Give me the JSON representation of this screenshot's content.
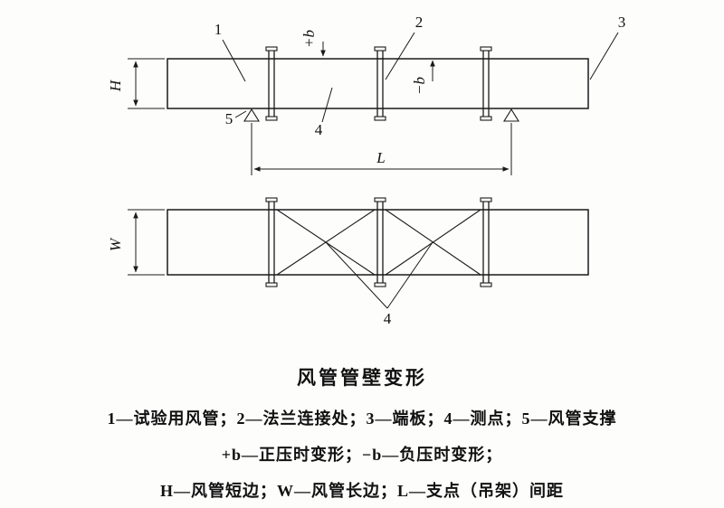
{
  "diagram": {
    "labels": {
      "n1": "1",
      "n2": "2",
      "n3": "3",
      "n4": "4",
      "n5": "5",
      "plus_b": "+b",
      "minus_b": "−b",
      "dim_h": "H",
      "dim_w": "W",
      "dim_l": "L"
    }
  },
  "caption": {
    "title": "风管管壁变形",
    "line1": "1—试验用风管；2—法兰连接处；3—端板；4—测点；5—风管支撑",
    "line2": "+b—正压时变形；−b—负压时变形；",
    "line3": "H—风管短边；W—风管长边；L—支点（吊架）间距"
  }
}
